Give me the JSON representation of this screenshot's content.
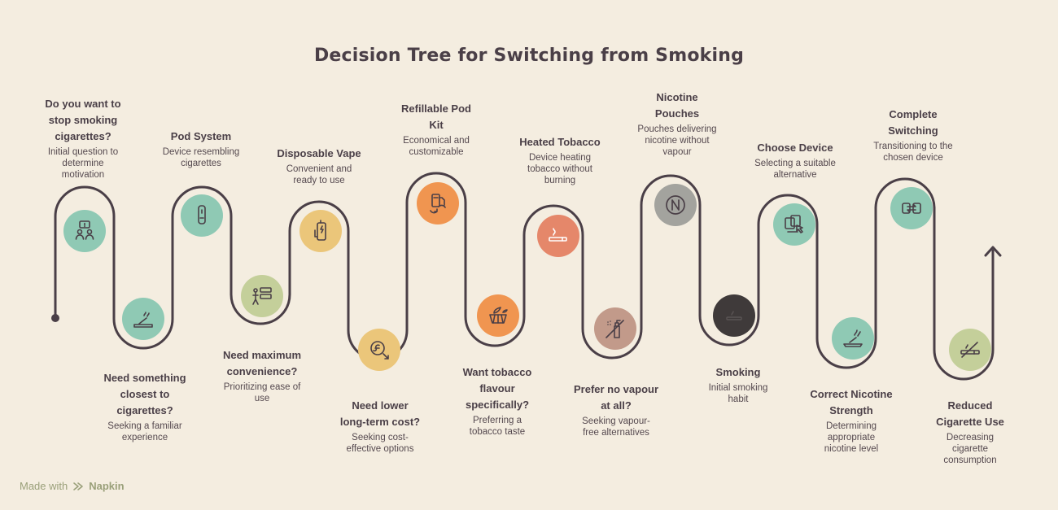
{
  "title": "Decision Tree for Switching from Smoking",
  "footer": {
    "made_with": "Made with",
    "brand": "Napkin"
  },
  "colors": {
    "path": "#4a3f47",
    "teal": "#8fc9b4",
    "green": "#c4cf9a",
    "yellow": "#ebc67a",
    "orange": "#f09550",
    "red": "#e5876a",
    "mauve": "#c29a8a",
    "gray": "#a3a39e",
    "dark": "#3f3a3a"
  },
  "steps": [
    {
      "id": "stop-smoking",
      "heading": [
        "Do you want to",
        "stop smoking",
        "cigarettes?"
      ],
      "desc": [
        "Initial question to",
        "determine",
        "motivation"
      ],
      "icon": "question-people-icon",
      "color": "teal"
    },
    {
      "id": "closest",
      "heading": [
        "Need something",
        "closest to",
        "cigarettes?"
      ],
      "desc": [
        "Seeking a familiar",
        "experience"
      ],
      "icon": "ashtray-icon",
      "color": "teal"
    },
    {
      "id": "pod-system",
      "heading": [
        "Pod System"
      ],
      "desc": [
        "Device resembling",
        "cigarettes"
      ],
      "icon": "pod-device-icon",
      "color": "teal"
    },
    {
      "id": "convenience",
      "heading": [
        "Need maximum",
        "convenience?"
      ],
      "desc": [
        "Prioritizing ease of",
        "use"
      ],
      "icon": "person-list-icon",
      "color": "green"
    },
    {
      "id": "disposable",
      "heading": [
        "Disposable Vape"
      ],
      "desc": [
        "Convenient and",
        "ready to use"
      ],
      "icon": "disposable-vape-icon",
      "color": "yellow"
    },
    {
      "id": "lower-cost",
      "heading": [
        "Need lower",
        "long-term cost?"
      ],
      "desc": [
        "Seeking cost-",
        "effective options"
      ],
      "icon": "coin-arrow-icon",
      "color": "yellow"
    },
    {
      "id": "refillable",
      "heading": [
        "Refillable Pod",
        "Kit"
      ],
      "desc": [
        "Economical and",
        "customizable"
      ],
      "icon": "refill-kit-icon",
      "color": "orange"
    },
    {
      "id": "tobacco-flavour",
      "heading": [
        "Want tobacco",
        "flavour",
        "specifically?"
      ],
      "desc": [
        "Preferring a",
        "tobacco taste"
      ],
      "icon": "leaf-basket-icon",
      "color": "orange"
    },
    {
      "id": "heated",
      "heading": [
        "Heated Tobacco"
      ],
      "desc": [
        "Device heating",
        "tobacco without",
        "burning"
      ],
      "icon": "cigarette-smoke-icon",
      "color": "red"
    },
    {
      "id": "no-vapour",
      "heading": [
        "Prefer no vapour",
        "at all?"
      ],
      "desc": [
        "Seeking vapour-",
        "free alternatives"
      ],
      "icon": "no-spray-icon",
      "color": "mauve"
    },
    {
      "id": "pouches",
      "heading": [
        "Nicotine",
        "Pouches"
      ],
      "desc": [
        "Pouches delivering",
        "nicotine without",
        "vapour"
      ],
      "icon": "n-circle-icon",
      "color": "gray"
    },
    {
      "id": "smoking",
      "heading": [
        "Smoking"
      ],
      "desc": [
        "Initial smoking",
        "habit"
      ],
      "icon": "smoking-icon",
      "color": "dark"
    },
    {
      "id": "choose",
      "heading": [
        "Choose Device"
      ],
      "desc": [
        "Selecting a suitable",
        "alternative"
      ],
      "icon": "device-select-icon",
      "color": "teal"
    },
    {
      "id": "strength",
      "heading": [
        "Correct Nicotine",
        "Strength"
      ],
      "desc": [
        "Determining",
        "appropriate",
        "nicotine level"
      ],
      "icon": "tray-smoke-icon",
      "color": "teal"
    },
    {
      "id": "complete",
      "heading": [
        "Complete",
        "Switching"
      ],
      "desc": [
        "Transitioning to the",
        "chosen device"
      ],
      "icon": "switch-arrows-icon",
      "color": "teal"
    },
    {
      "id": "reduced",
      "heading": [
        "Reduced",
        "Cigarette Use"
      ],
      "desc": [
        "Decreasing",
        "cigarette",
        "consumption"
      ],
      "icon": "no-cigarette-icon",
      "color": "green"
    }
  ]
}
